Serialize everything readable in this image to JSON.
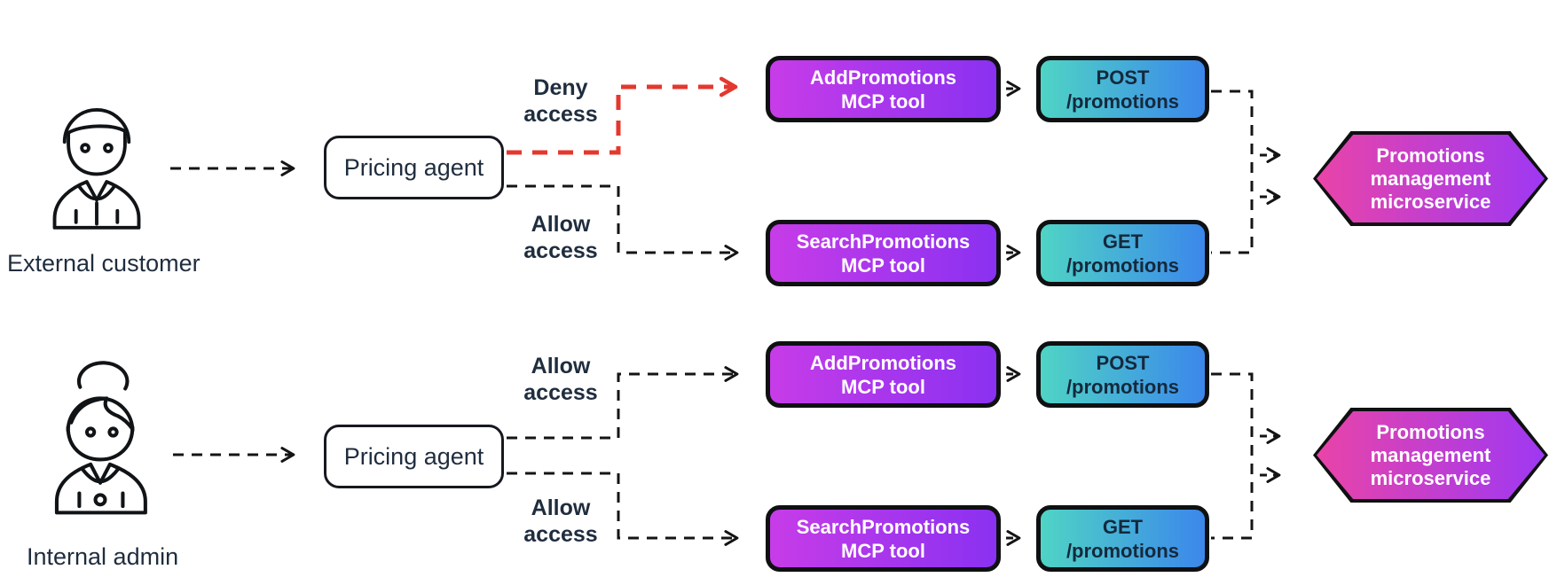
{
  "colors": {
    "ink": "#1F2D3E",
    "line": "#141414",
    "deny_red": "#E4382E",
    "mcp_gradient_start": "#C73CE8",
    "mcp_gradient_end": "#8A31F1",
    "endpoint_gradient_start": "#4FD4C5",
    "endpoint_gradient_end": "#3B87EB",
    "service_gradient_start": "#E944A8",
    "service_gradient_end": "#9E38F3"
  },
  "icons": {
    "top_persona": "male-user-icon",
    "bottom_persona": "female-user-icon"
  },
  "groups": [
    {
      "persona": "External customer",
      "agent": "Pricing agent",
      "service": "Promotions\nmanagement\nmicroservice",
      "routes": [
        {
          "access": "Deny\naccess",
          "denied": true,
          "tool": "AddPromotions\nMCP tool",
          "endpoint": "POST\n/promotions"
        },
        {
          "access": "Allow\naccess",
          "denied": false,
          "tool": "SearchPromotions\nMCP tool",
          "endpoint": "GET\n/promotions"
        }
      ]
    },
    {
      "persona": "Internal admin",
      "agent": "Pricing agent",
      "service": "Promotions\nmanagement\nmicroservice",
      "routes": [
        {
          "access": "Allow\naccess",
          "denied": false,
          "tool": "AddPromotions\nMCP tool",
          "endpoint": "POST\n/promotions"
        },
        {
          "access": "Allow\naccess",
          "denied": false,
          "tool": "SearchPromotions\nMCP tool",
          "endpoint": "GET\n/promotions"
        }
      ]
    }
  ]
}
